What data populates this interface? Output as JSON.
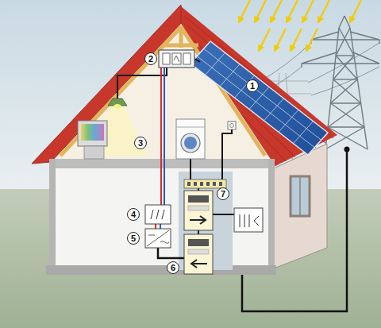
{
  "diagram": {
    "labels": [
      "2",
      "1",
      "3",
      "7",
      "4",
      "5",
      "6"
    ]
  }
}
